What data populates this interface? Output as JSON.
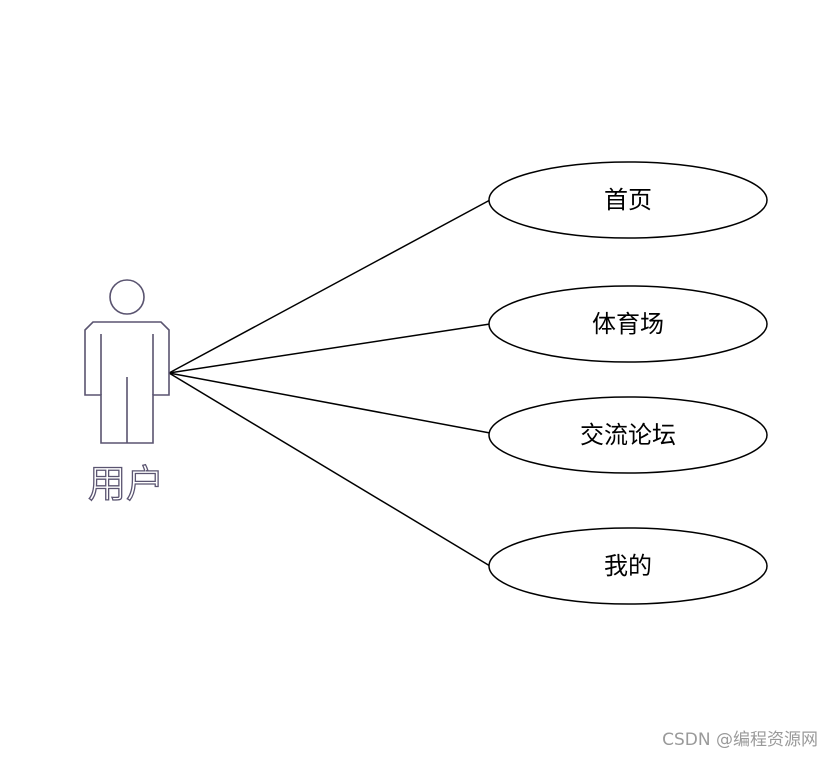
{
  "actor": {
    "label": "用户"
  },
  "use_cases": [
    {
      "id": "home",
      "label": "首页"
    },
    {
      "id": "stadium",
      "label": "体育场"
    },
    {
      "id": "forum",
      "label": "交流论坛"
    },
    {
      "id": "mine",
      "label": "我的"
    }
  ],
  "colors": {
    "actor_stroke": "#5a5470",
    "line": "#000000",
    "text": "#000000",
    "watermark": "#9a9a9a"
  },
  "watermark": "CSDN @编程资源网"
}
